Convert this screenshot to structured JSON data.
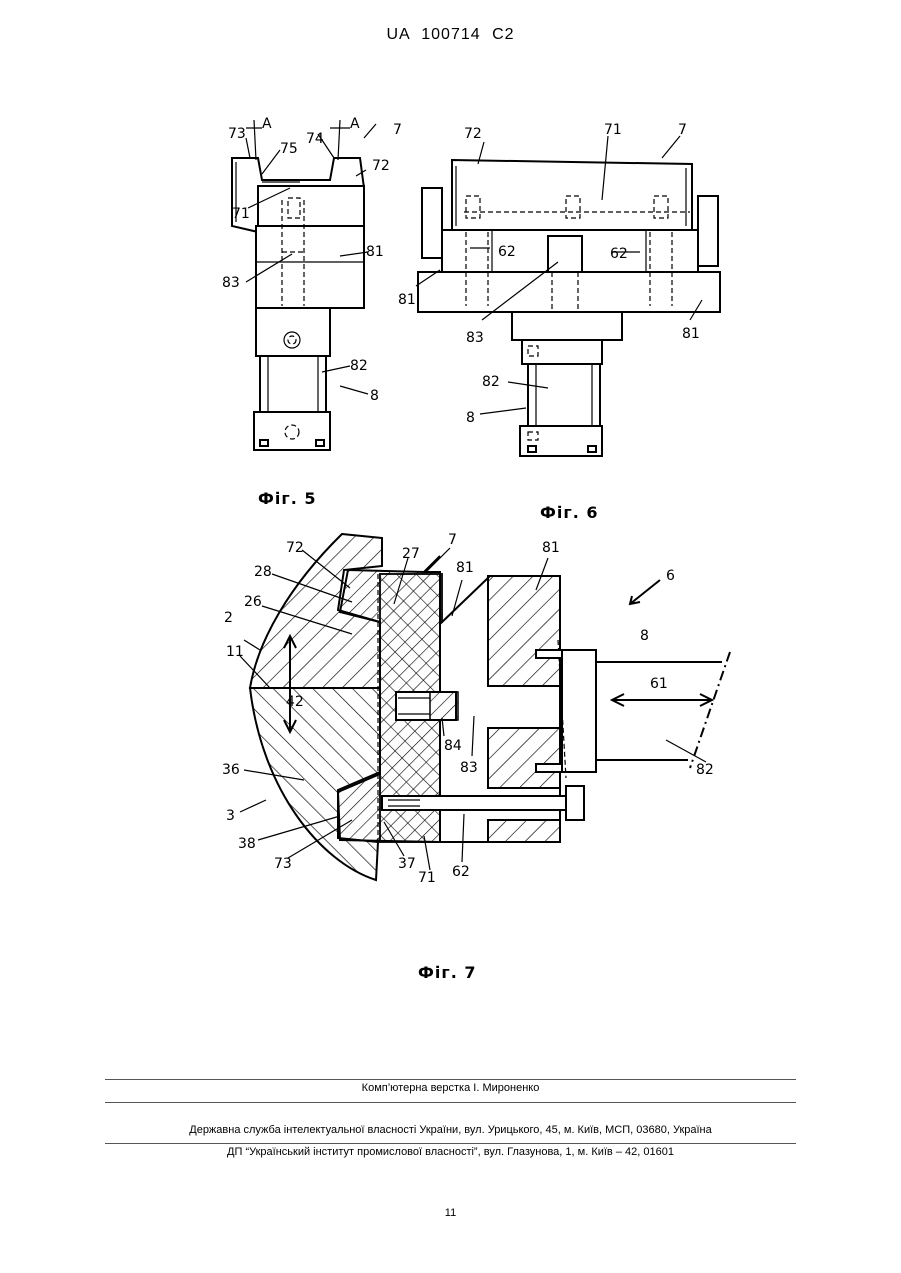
{
  "header": {
    "patent_number": "UA   100714   C2"
  },
  "figures": {
    "fig5": {
      "caption": "Фіг. 5",
      "labels": {
        "l73": "73",
        "lA1": "A",
        "l74": "74",
        "lA2": "A",
        "l7": "7",
        "l75": "75",
        "l72": "72",
        "l71": "71",
        "l81": "81",
        "l83": "83",
        "l82": "82",
        "l8": "8"
      }
    },
    "fig6": {
      "caption": "Фіг. 6",
      "labels": {
        "l72": "72",
        "l71": "71",
        "l7": "7",
        "l62a": "62",
        "l62b": "62",
        "l81a": "81",
        "l81b": "81",
        "l83": "83",
        "l82": "82",
        "l8": "8"
      }
    },
    "fig7": {
      "caption": "Фіг. 7",
      "labels": {
        "l72": "72",
        "l27": "27",
        "l7": "7",
        "l81a": "81",
        "l81b": "81",
        "l6": "6",
        "l28": "28",
        "l26": "26",
        "l2": "2",
        "l11": "11",
        "l8": "8",
        "l42": "42",
        "l61": "61",
        "l84": "84",
        "l83": "83",
        "l82": "82",
        "l36": "36",
        "l3": "3",
        "l38": "38",
        "l73": "73",
        "l37": "37",
        "l71": "71",
        "l62": "62"
      }
    }
  },
  "footer": {
    "typesetter": "Комп’ютерна верстка І. Мироненко",
    "publisher": "Державна служба інтелектуальної власності України, вул. Урицького, 45, м. Київ, МСП, 03680, Україна",
    "institute": "ДП “Український інститут промислової власності”, вул. Глазунова, 1, м. Київ – 42, 01601"
  },
  "page_number": "11"
}
